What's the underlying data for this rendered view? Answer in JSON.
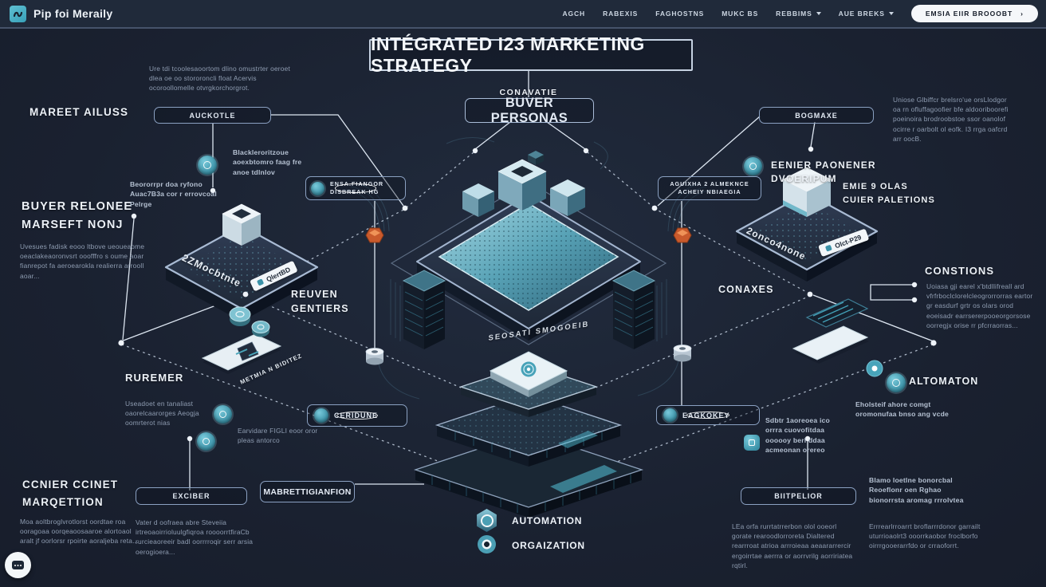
{
  "navbar": {
    "brand": "Pip foi Meraily",
    "items": [
      "AGCH",
      "RABEXIS",
      "FAGHOSTNS",
      "MUKC BS",
      "REBBIMS",
      "AUE BREKS"
    ],
    "cta": "EMSIA EIIR BROOOBT",
    "cta_arrow": "›"
  },
  "title": "INTÉGRATED I23 MARKETING STRATEGY",
  "persona": {
    "kicker": "CONAVATIE",
    "label": "BUVER PERSONAS"
  },
  "left": {
    "h_market": "MAREET AILUSS",
    "para_top": "Ure tdi tcoolesaoortom dlino omustrter oeroet dlea oe oo stororoncli float Acervis ocoroollomelle otvrgkorchorgrot.",
    "h_buyer": "BUYER RELONEE\nMARSEFT NONJ",
    "para_buyer": "Uvesues fadisk eooo ltbove ueoueaome oeaclakeaoronvsrt ooofffro s oume aoar fianrepot fa aeroearokla realierra arrooll aoar...",
    "note_beo": "Beororrpr doa ryfono Auac7B3a cor r errovcoal Pelrge",
    "note_black": "Blackleroritzoue aoexbtomro faag fre anoe tdlnlov",
    "h_ruremer": "RUREMER",
    "para_ruremer": "Useadoet en tanaliast oaorelcaarorges Aeogja oomrterot nias",
    "note_earv": "Earvidare FIGLI eoor oror pleas antorco",
    "h_ccnier": "CCNIER CCINET\nMARQETTION",
    "para_ccnier": "Moa aoltbroglvrotlorst oordtae roa ooragoaa oorqeaoosaaroe alortoaol aralt jf oorlorsr rpoirte aoraljeba reta...",
    "para_exciber": "Vater d oofraea abre Steveiia irtreoaoirrioluulgfiqroa roooorrtfiraCb rurcieaoreeir badl oorrrroqir serr arsia oerogioera..."
  },
  "boxes": {
    "auckotle": "AUCKOTLE",
    "bogmaxe": "BOGMAXE",
    "ensa": "ENSA.FIANGOR\nDISBREAK HG",
    "aguixha": "AGUIXHA 2 ALMEKNCE\nACHEIY NBIAEGIA",
    "ceridune": "CERIDUNE",
    "eagkokey": "EAGKOKEY",
    "exciber": "EXCIBER",
    "mabret": "MABRETTIGIANFION",
    "biitpelior": "BIITPELIOR"
  },
  "center": {
    "reuven": "REUVEN\nGENTIERS",
    "conaxes": "CONAXES",
    "seosati": "SEOSATI SMOGOEIB",
    "metmia": "METMIA N BIDITEZ"
  },
  "right": {
    "note_top": "Uniose Glbiffcr brelsro'ue orsLlodgor oa rn ofluffagoofier bfe aldooriboorefi poeinoira brodroobstoe ssor oanolof ocirre r oarbolt ol eofk. I3 rrga oafcrd arr oocB.",
    "h_eenier": "EENIER PAONENER\nDVOERIPUM",
    "h_emie": "EMIE 9 OLAS\nCUIER PALETIONS",
    "h_constions": "CONSTIONS",
    "para_const": "Uoiasa gji earel x'btdllifreall ard vfrfrboclclorelcleogrorrorras eartor gr easdurf grtr os olars orod eoeisadr earrsererpooeorgorsose oorregjx orise rr pfcrraorras...",
    "h_alto": "ALTOMATON",
    "para_alto": "Eholsteif ahore comgt oromonufaa bnso ang vcde",
    "para_sdbtr": "Sdbtr 1aoreoea ico orrra cuovofitdaa oooooy berl ddaa acmeonan orereo",
    "para_blamo": "Blamo loetlne bonorcbal Reoeflonr oen Rghao bionorrsta aromag rrrolvtea",
    "para_b1": "LEa orfa rurrtatrrerbon olol ooeorl gorate rearoodlorroreta Dialtered rearrroat atrioa arrroieaa aeaararrercir ergoirrtae aerrra or aorrvrilg aorririatea rqtirl.",
    "para_b2": "Errrearlrroarrt broflarrrdonor garrailt uturrioaolrt3 ooorrkaobor froclborfo oirrrgooerarrfdo or crraoforrt."
  },
  "legend": {
    "automation": "AUTOMATION",
    "orgaization": "ORGAIZATION"
  },
  "platforms": {
    "left_label": "2ZMocbtnte",
    "left_tag": "QlertBD",
    "right_label": "2onco4none",
    "right_tag": "Olct-P29"
  },
  "colors": {
    "accent": "#4ab3c6",
    "orange": "#d2612f",
    "navbar": "#202a3a",
    "background": "#1a2130"
  }
}
